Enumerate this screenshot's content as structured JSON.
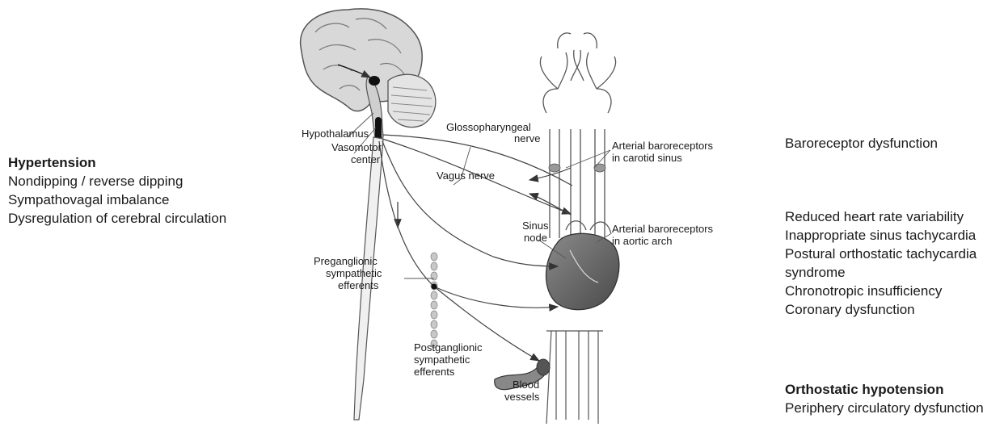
{
  "left_panel": {
    "heading": "Hypertension",
    "items": [
      "Nondipping / reverse dipping",
      "Sympathovagal imbalance",
      "Dysregulation of cerebral circulation"
    ]
  },
  "right_panel": {
    "baroreceptor": "Baroreceptor dysfunction",
    "cardiac_items": [
      "Reduced heart rate variability",
      "Inappropriate sinus tachycardia",
      "Postural orthostatic tachycardia syndrome",
      "Chronotropic insufficiency",
      "Coronary dysfunction"
    ],
    "ortho_heading": "Orthostatic hypotension",
    "ortho_item": "Periphery circulatory dysfunction"
  },
  "diagram_labels": {
    "hypothalamus": "Hypothalamus",
    "vasomotor_1": "Vasomotor",
    "vasomotor_2": "center",
    "glosso_1": "Glossopharyngeal",
    "glosso_2": "nerve",
    "vagus": "Vagus nerve",
    "carotid_1": "Arterial baroreceptors",
    "carotid_2": "in carotid sinus",
    "sinus_1": "Sinus",
    "sinus_2": "node",
    "aortic_1": "Arterial baroreceptors",
    "aortic_2": "in aortic arch",
    "pre_1": "Preganglionic",
    "pre_2": "sympathetic",
    "pre_3": "efferents",
    "post_1": "Postganglionic",
    "post_2": "sympathetic",
    "post_3": "efferents",
    "blood_1": "Blood",
    "blood_2": "vessels"
  }
}
